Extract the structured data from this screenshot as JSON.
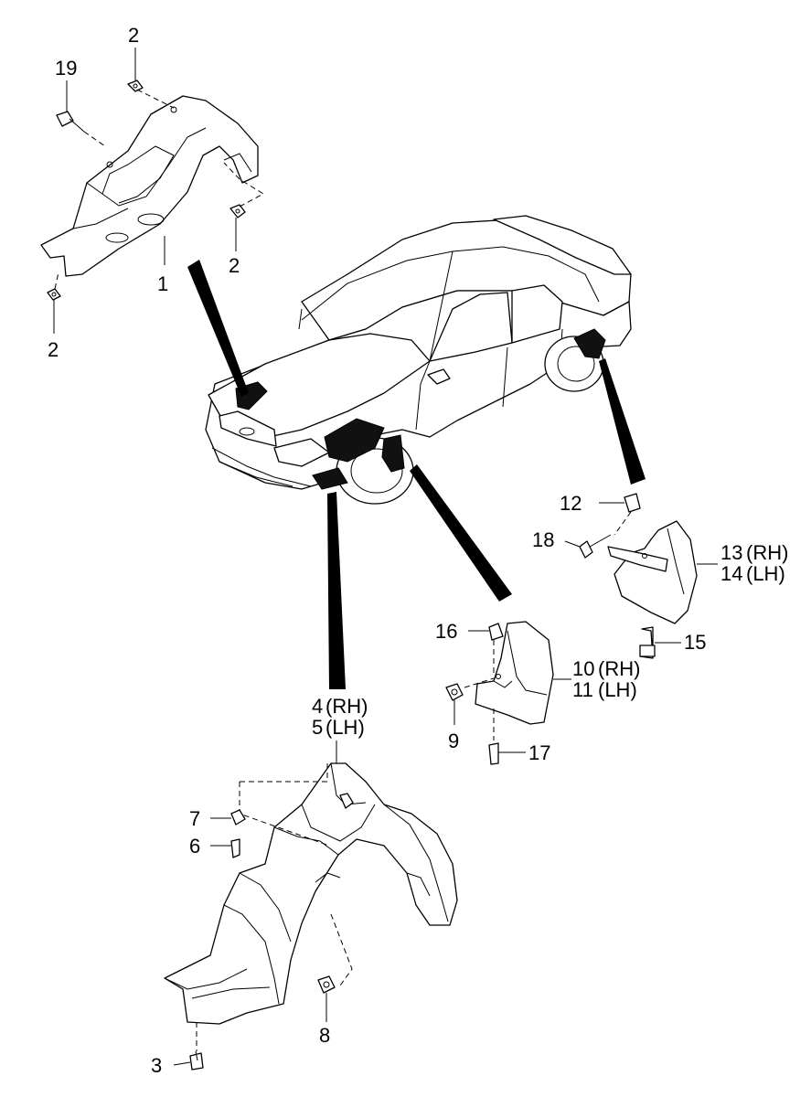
{
  "diagram": {
    "callouts": {
      "c1": "1",
      "c2a": "2",
      "c2b": "2",
      "c2c": "2",
      "c3": "3",
      "c4": "4",
      "c5": "5",
      "c6": "6",
      "c7": "7",
      "c8": "8",
      "c9": "9",
      "c10": "10",
      "c11": "11",
      "c12": "12",
      "c13": "13",
      "c14": "14",
      "c15": "15",
      "c16": "16",
      "c17": "17",
      "c18": "18",
      "c19": "19"
    },
    "sides": {
      "rh": "(RH)",
      "lh": "(LH)"
    }
  }
}
